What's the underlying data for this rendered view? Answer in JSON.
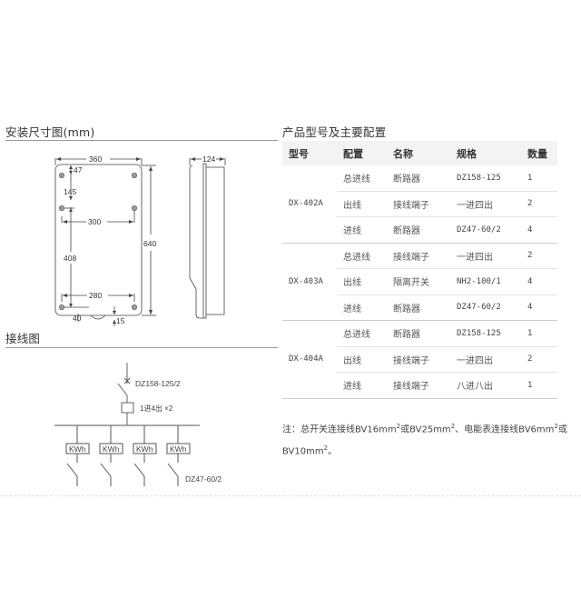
{
  "install_section": {
    "title": "安装尺寸图(mm)",
    "dims": {
      "width": "360",
      "height": "640",
      "depth": "124",
      "top_hole_offset": "47",
      "hole_gap_upper": "145",
      "upper_hole_span": "300",
      "hole_gap_lower": "408",
      "lower_hole_span": "280",
      "bottom_hole_offset": "40",
      "bottom_tab": "15"
    }
  },
  "wiring_section": {
    "title": "接线图",
    "main_breaker": "DZ158-125/2",
    "terminal": "1进4出 ×2",
    "meter_label": "KWh",
    "meter_count": 4,
    "branch_breaker": "DZ47-60/2"
  },
  "config_section": {
    "title": "产品型号及主要配置",
    "headers": [
      "型号",
      "配置",
      "名称",
      "规格",
      "数量"
    ],
    "groups": [
      {
        "model": "DX-402A",
        "rows": [
          {
            "config": "总进线",
            "name": "断路器",
            "spec": "DZ158-125",
            "qty": "1"
          },
          {
            "config": "出线",
            "name": "接线端子",
            "spec": "一进四出",
            "qty": "2"
          },
          {
            "config": "进线",
            "name": "断路器",
            "spec": "DZ47-60/2",
            "qty": "4"
          }
        ]
      },
      {
        "model": "DX-403A",
        "rows": [
          {
            "config": "总进线",
            "name": "接线端子",
            "spec": "一进四出",
            "qty": "2"
          },
          {
            "config": "出线",
            "name": "隔离开关",
            "spec": "NH2-100/1",
            "qty": "4"
          },
          {
            "config": "进线",
            "name": "断路器",
            "spec": "DZ47-60/2",
            "qty": "4"
          }
        ]
      },
      {
        "model": "DX-404A",
        "rows": [
          {
            "config": "总进线",
            "name": "断路器",
            "spec": "DZ158-125",
            "qty": "1"
          },
          {
            "config": "出线",
            "name": "接线端子",
            "spec": "一进四出",
            "qty": "2"
          },
          {
            "config": "进线",
            "name": "接线端子",
            "spec": "八进八出",
            "qty": "1"
          }
        ]
      }
    ],
    "note": {
      "prefix": "注：总开关连接线BV16mm",
      "p2": "或BV25mm",
      "p3": "、电能表连接线BV6mm",
      "p4": "或BV10mm",
      "p5": "。",
      "sup": "2"
    }
  }
}
